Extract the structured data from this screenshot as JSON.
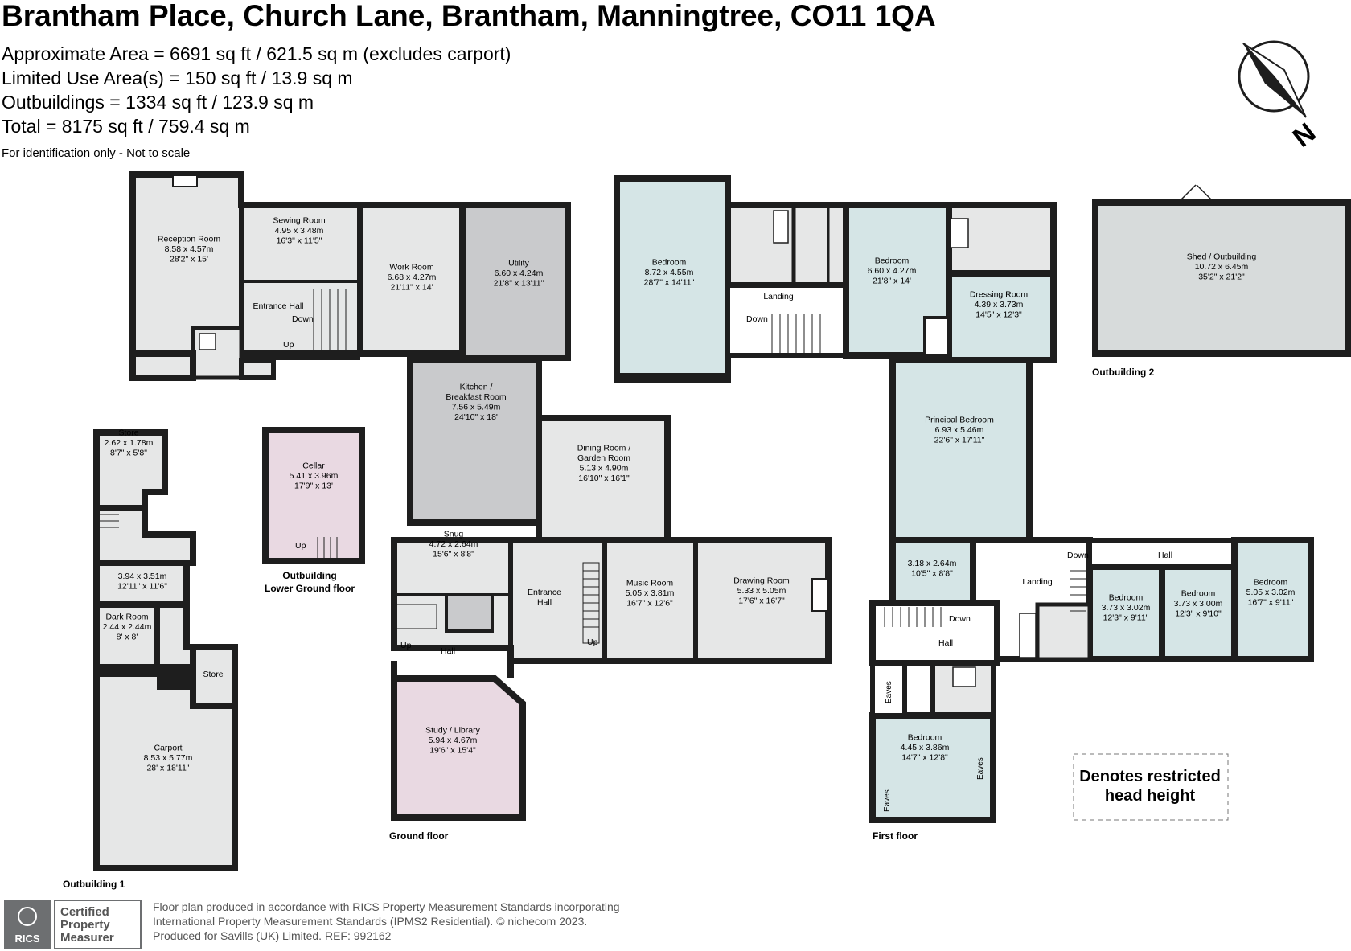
{
  "header": {
    "title": "Brantham Place, Church Lane, Brantham, Manningtree, CO11 1QA",
    "areas": [
      "Approximate Area = 6691 sq ft / 621.5 sq m (excludes carport)",
      "Limited Use Area(s) = 150 sq ft / 13.9 sq m",
      "Outbuildings = 1334 sq ft / 123.9 sq m",
      "Total = 8175 sq ft / 759.4 sq m"
    ],
    "note": "For identification only - Not to scale"
  },
  "compass": {
    "letter": "N"
  },
  "floor_labels": {
    "ground": "Ground floor",
    "first": "First floor",
    "outbuilding1": "Outbuilding 1",
    "outbuilding2": "Outbuilding 2",
    "lower_ground": [
      "Outbuilding",
      "Lower Ground floor"
    ]
  },
  "rooms": {
    "reception": [
      "Reception Room",
      "8.58 x 4.57m",
      "28'2\" x 15'"
    ],
    "sewing": [
      "Sewing Room",
      "4.95 x 3.48m",
      "16'3\" x 11'5\""
    ],
    "work": [
      "Work Room",
      "6.68 x 4.27m",
      "21'11\" x 14'"
    ],
    "utility": [
      "Utility",
      "6.60 x 4.24m",
      "21'8\" x 13'11\""
    ],
    "entrance_hall_top": [
      "Entrance Hall"
    ],
    "kitchen": [
      "Kitchen /",
      "Breakfast Room",
      "7.56 x 5.49m",
      "24'10\" x 18'"
    ],
    "dining": [
      "Dining Room /",
      "Garden Room",
      "5.13 x 4.90m",
      "16'10\" x 16'1\""
    ],
    "snug": [
      "Snug",
      "4.72 x 2.64m",
      "15'6\" x 8'8\""
    ],
    "entrance_hall": [
      "Entrance",
      "Hall"
    ],
    "hall_ground": [
      "Hall"
    ],
    "music": [
      "Music Room",
      "5.05 x 3.81m",
      "16'7\" x 12'6\""
    ],
    "drawing": [
      "Drawing Room",
      "5.33 x 5.05m",
      "17'6\" x 16'7\""
    ],
    "study": [
      "Study / Library",
      "5.94 x 4.67m",
      "19'6\" x 15'4\""
    ],
    "cellar": [
      "Cellar",
      "5.41 x 3.96m",
      "17'9\" x 13'"
    ],
    "store_ob1": [
      "Store",
      "2.62 x 1.78m",
      "8'7\" x 5'8\""
    ],
    "room_ob1": [
      "3.94 x 3.51m",
      "12'11\" x 11'6\""
    ],
    "darkroom": [
      "Dark Room",
      "2.44 x 2.44m",
      "8' x 8'"
    ],
    "store_small": [
      "Store"
    ],
    "carport": [
      "Carport",
      "8.53 x 5.77m",
      "28' x 18'11\""
    ],
    "bedroom_a": [
      "Bedroom",
      "8.72 x 4.55m",
      "28'7\" x 14'11\""
    ],
    "landing_top": [
      "Landing"
    ],
    "bedroom_b": [
      "Bedroom",
      "6.60 x 4.27m",
      "21'8\" x 14'"
    ],
    "dressing": [
      "Dressing Room",
      "4.39 x 3.73m",
      "14'5\" x 12'3\""
    ],
    "principal": [
      "Principal Bedroom",
      "6.93 x 5.46m",
      "22'6\" x 17'11\""
    ],
    "shed": [
      "Shed / Outbuilding",
      "10.72 x 6.45m",
      "35'2\" x 21'2\""
    ],
    "room_ff": [
      "3.18 x 2.64m",
      "10'5\" x 8'8\""
    ],
    "landing_ff": [
      "Landing"
    ],
    "hall_ff": [
      "Hall"
    ],
    "hall_ff2": [
      "Hall"
    ],
    "bedroom_c": [
      "Bedroom",
      "3.73 x 3.02m",
      "12'3\" x 9'11\""
    ],
    "bedroom_d": [
      "Bedroom",
      "3.73 x 3.00m",
      "12'3\" x 9'10\""
    ],
    "bedroom_e": [
      "Bedroom",
      "5.05 x 3.02m",
      "16'7\" x 9'11\""
    ],
    "bedroom_f": [
      "Bedroom",
      "4.45 x 3.86m",
      "14'7\" x 12'8\""
    ]
  },
  "stair_labels": {
    "up": "Up",
    "down": "Down"
  },
  "eaves_label": "Eaves",
  "legend": [
    "Denotes restricted",
    "head height"
  ],
  "certification": {
    "rics": "RICS",
    "badge": [
      "Certified",
      "Property",
      "Measurer"
    ],
    "footer": [
      "Floor plan produced in accordance with RICS Property Measurement Standards incorporating",
      "International Property Measurement Standards (IPMS2 Residential).    © nichecom 2023.",
      "Produced for Savills (UK) Limited.   REF:  992162"
    ]
  },
  "colors": {
    "wall": "#1e1e1e",
    "grey_room": "#e6e7e7",
    "dark_grey_room": "#c9cacc",
    "teal_room": "#d5e5e6",
    "pink_room": "#e9d9e2",
    "outbuilding_grey": "#d7dbdb"
  }
}
